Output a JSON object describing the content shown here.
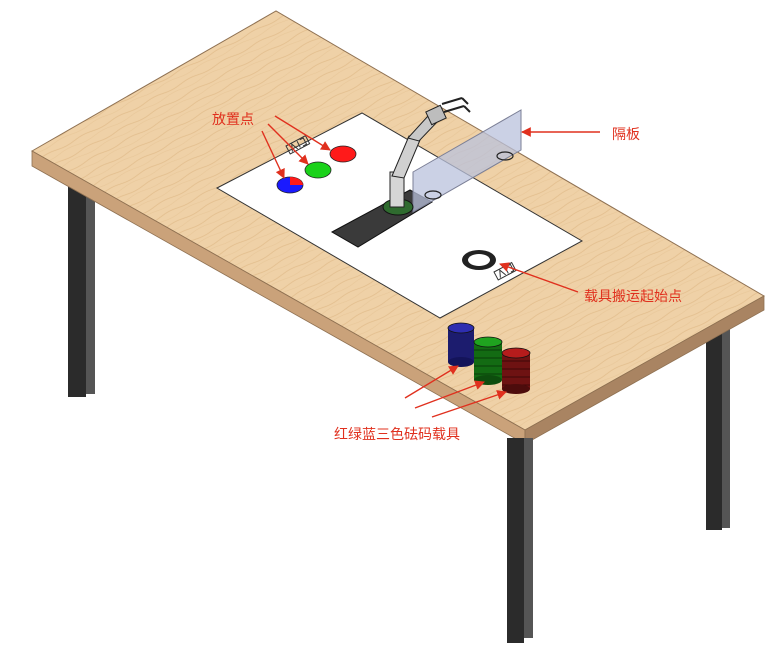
{
  "labels": {
    "placement_points": "放置点",
    "partition": "隔板",
    "carrier_start_point": "载具搬运起始点",
    "weight_carriers": "红绿蓝三色砝码载具"
  },
  "colors": {
    "annotation": "#e0301e",
    "table_top": "#efcfa3",
    "table_edge": "#b9936a",
    "leg": "#2e2e2e",
    "red": "#ff1a1a",
    "green": "#1ad21a",
    "blue": "#1a1aff",
    "partition": "#b9c1dc"
  }
}
